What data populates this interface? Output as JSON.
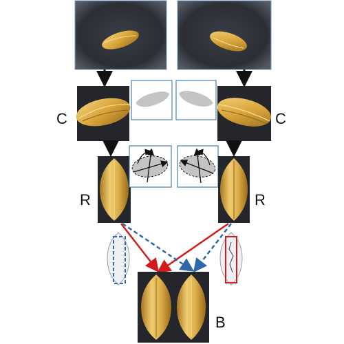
{
  "labels": {
    "crop_left": "C",
    "crop_right": "C",
    "rotate_left": "R",
    "rotate_right": "R",
    "bottom": "B"
  },
  "colors": {
    "background": "#ffffff",
    "photo_bg": "#2a2d34",
    "panel_bg": "#25262b",
    "grain_gold": "#d9a53b",
    "grain_light": "#f1cf72",
    "silhouette": "#c4c4c4",
    "frame_blue": "#4a7fb5",
    "arrow_black": "#111111",
    "arrow_red": "#d21c1c",
    "arrow_blue_dashed": "#2f67a8"
  }
}
